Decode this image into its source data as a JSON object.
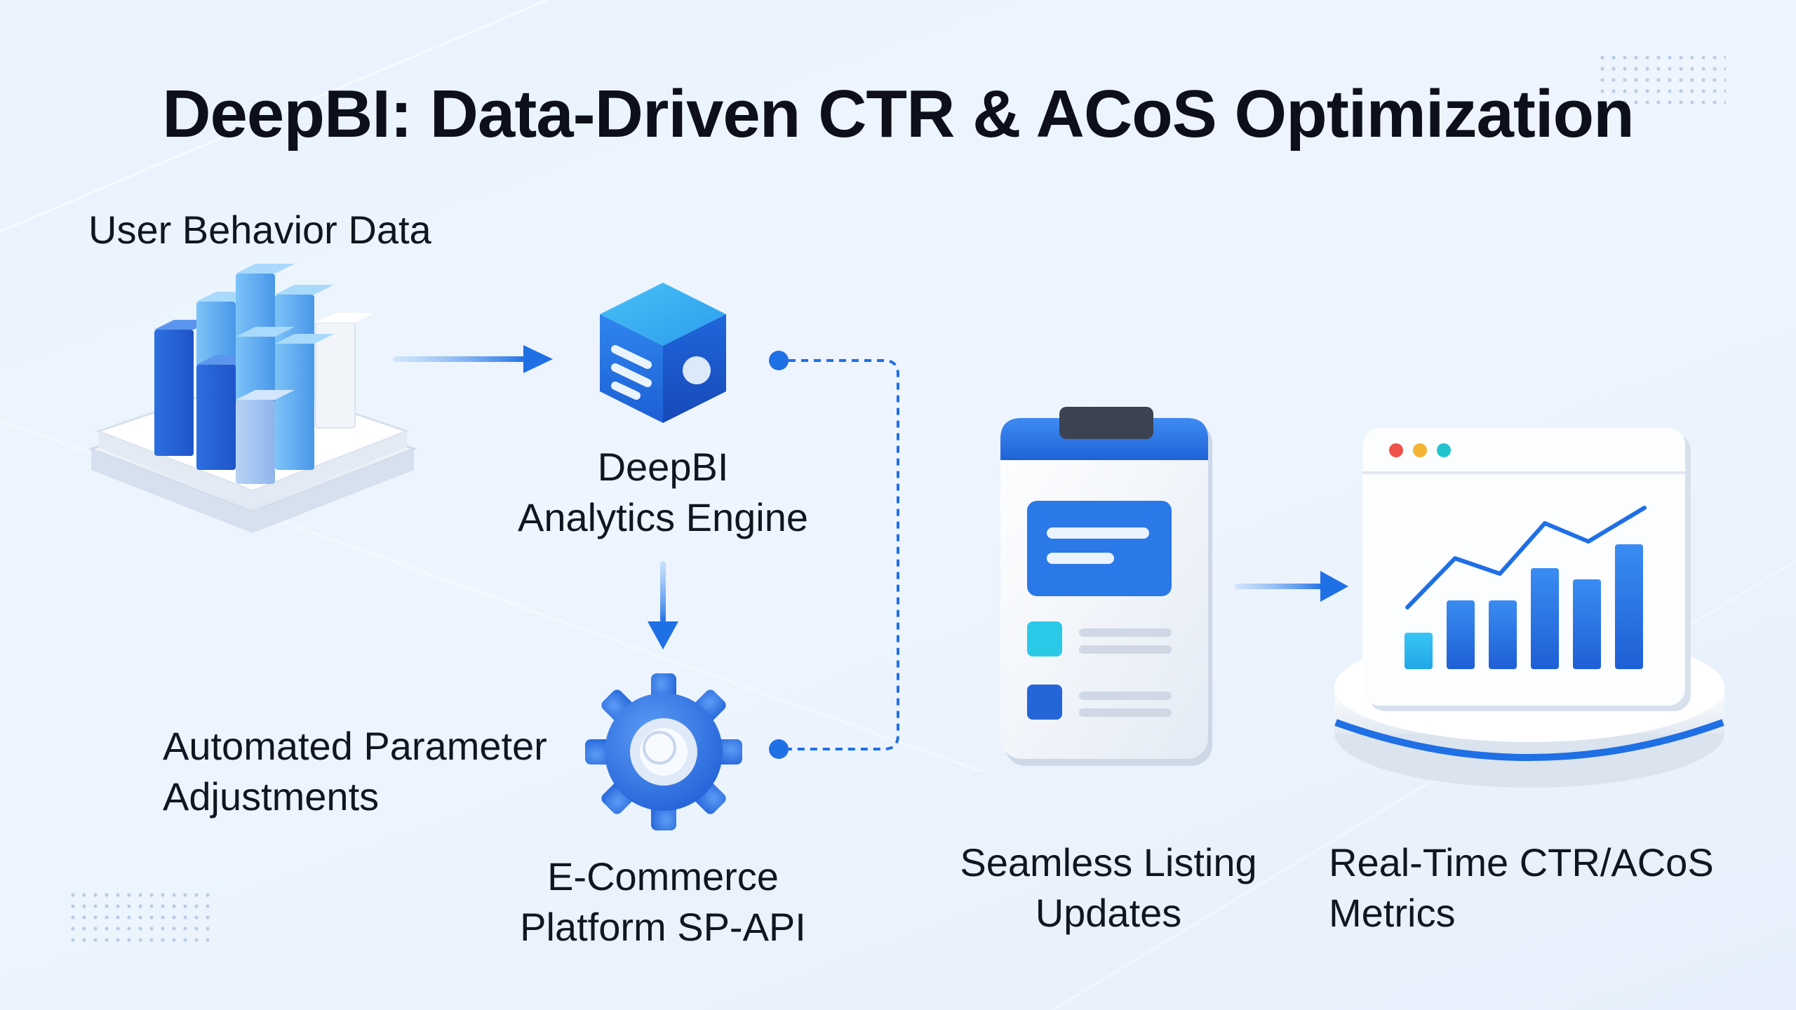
{
  "title": "DeepBI: Data-Driven CTR & ACoS Optimization",
  "nodes": {
    "user_behavior": {
      "label": "User Behavior Data",
      "icon": "bar-chart-platform-icon"
    },
    "engine": {
      "label_lines": [
        "DeepBI",
        "Analytics Engine"
      ],
      "icon": "cube-icon"
    },
    "adjustments": {
      "label_lines": [
        "Automated Parameter",
        "Adjustments"
      ]
    },
    "sp_api": {
      "label_lines": [
        "E-Commerce",
        "Platform SP-API"
      ],
      "icon": "gear-icon"
    },
    "listing": {
      "label_lines": [
        "Seamless Listing",
        "Updates"
      ],
      "icon": "clipboard-icon"
    },
    "metrics": {
      "label_lines": [
        "Real-Time CTR/ACoS",
        "Metrics"
      ],
      "icon": "dashboard-chart-icon"
    }
  },
  "colors": {
    "primary_blue": "#1f6fe5",
    "light_blue": "#5aa6f5",
    "cyan": "#2bc9e8",
    "text": "#111522",
    "background": "#eaf3fe"
  }
}
